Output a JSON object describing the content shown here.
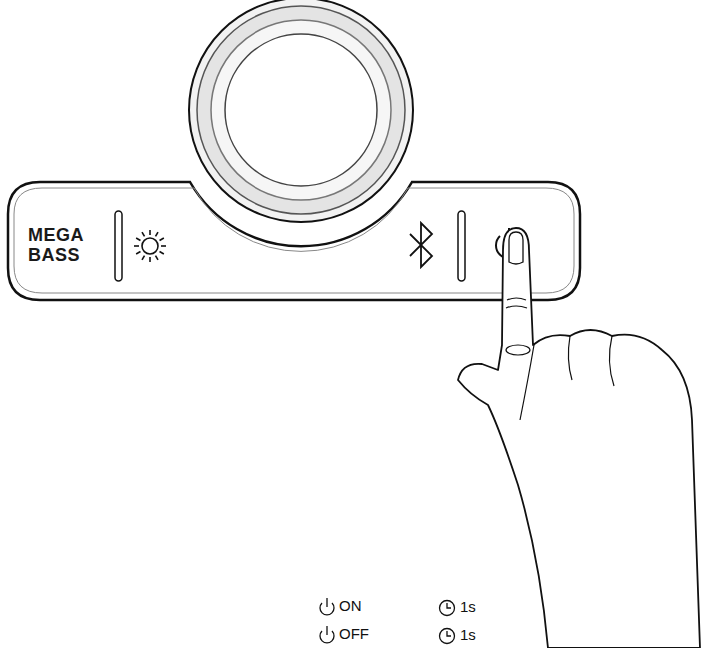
{
  "diagram": {
    "labels": [
      "MEGA BASS",
      "ON",
      "1s",
      "OFF",
      "1s"
    ]
  }
}
